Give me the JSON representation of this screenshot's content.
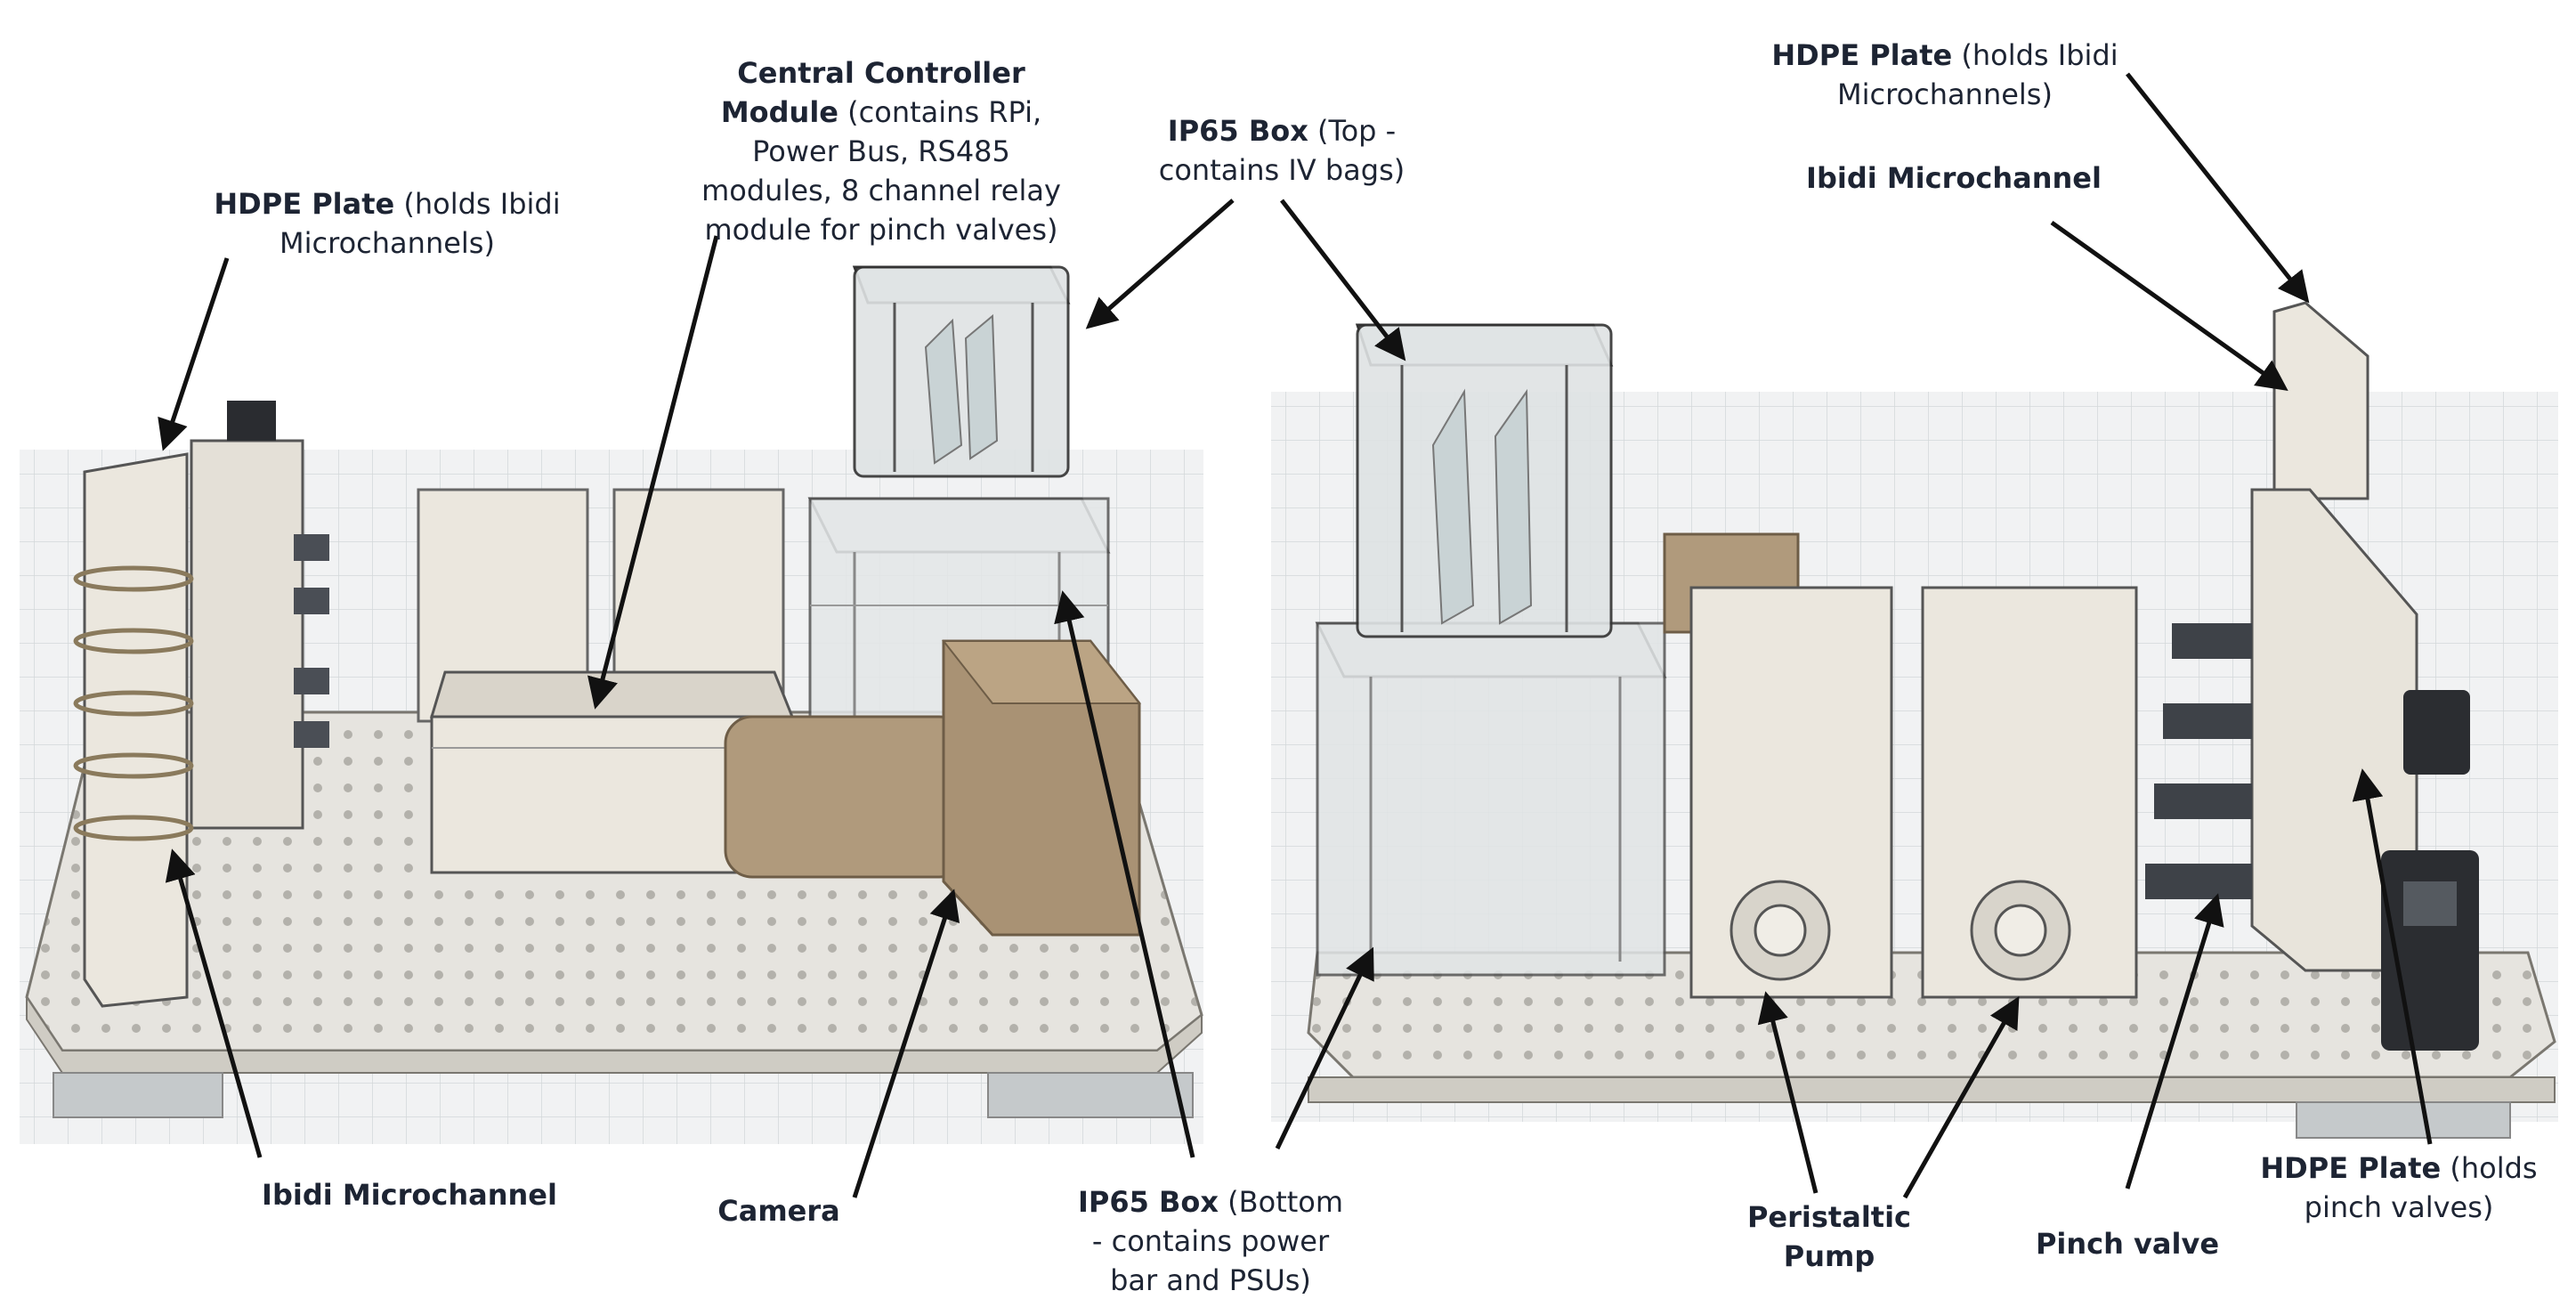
{
  "colors": {
    "label_text": "#1d2433",
    "arrow": "#111111",
    "breadboard": "#e6e4df",
    "grid_floor": "#eef0f1",
    "box_white": "#eae6dd",
    "camera_tan": "#b09a7c",
    "clear_box": "#dfe3e4"
  },
  "labels": {
    "hdpe_left": {
      "bold": "HDPE Plate",
      "rest": " (holds Ibidi",
      "line2": "Microchannels)"
    },
    "central_controller": {
      "line1": "Central Controller",
      "bold2": "Module",
      "rest2": " (contains RPi,",
      "line3": "Power Bus, RS485",
      "line4": "modules, 8 channel relay",
      "line5": "module for pinch valves)"
    },
    "ip65_top": {
      "bold": "IP65 Box",
      "rest": " (Top -",
      "line2": "contains IV bags)"
    },
    "hdpe_right_top": {
      "bold": "HDPE Plate",
      "rest": " (holds Ibidi",
      "line2": "Microchannels)"
    },
    "ibidi_right": {
      "text": "Ibidi Microchannel"
    },
    "ibidi_left": {
      "text": "Ibidi Microchannel"
    },
    "camera": {
      "text": "Camera"
    },
    "ip65_bottom": {
      "bold": "IP65 Box",
      "rest": " (Bottom",
      "line2": "- contains power",
      "line3": "bar and PSUs)"
    },
    "peristaltic": {
      "line1": "Peristaltic",
      "line2": "Pump"
    },
    "pinch_valve": {
      "text": "Pinch valve"
    },
    "hdpe_right_bottom": {
      "bold": "HDPE Plate",
      "rest": " (holds",
      "line2": "pinch valves)"
    }
  }
}
